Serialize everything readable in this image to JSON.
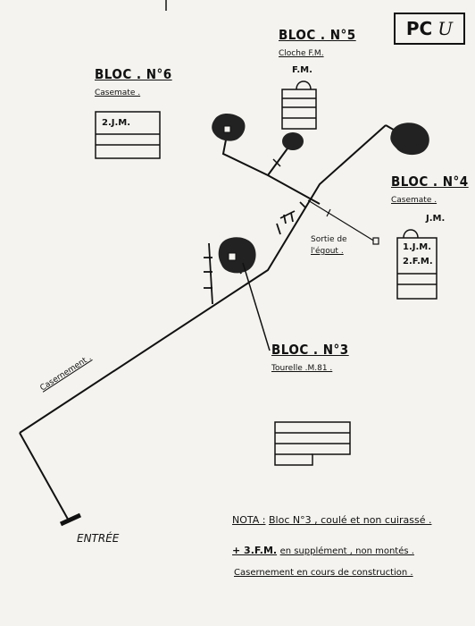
{
  "page_code": {
    "printed": "PC",
    "handwritten": "U"
  },
  "blocs": [
    {
      "id": "bloc6",
      "title": "BLOC . N°6",
      "subtitle": "Casemate .",
      "box_label": "2.J.M."
    },
    {
      "id": "bloc5",
      "title": "BLOC . N°5",
      "subtitle": "Cloche F.M.",
      "box_label": "F.M."
    },
    {
      "id": "bloc4",
      "title": "BLOC . N°4",
      "subtitle": "Casemate .",
      "top_label": "J.M.",
      "box_lines": [
        "1.J.M.",
        "2.F.M."
      ]
    },
    {
      "id": "bloc3",
      "title": "BLOC . N°3",
      "subtitle": "Tourelle .M.81 ."
    }
  ],
  "labels": {
    "sortie_line1": "Sortie de",
    "sortie_line2": "l'égout .",
    "casernement": "Casernement .",
    "entree": "ENTRÉE"
  },
  "nota": {
    "line1_prefix": "NOTA :",
    "line1_text": "Bloc N°3 , coulé et non cuirassé .",
    "line2_prefix": "+ 3.F.M.",
    "line2_text": "en supplément ,  non montés .",
    "line3_text": "Casernement en cours de construction ."
  }
}
